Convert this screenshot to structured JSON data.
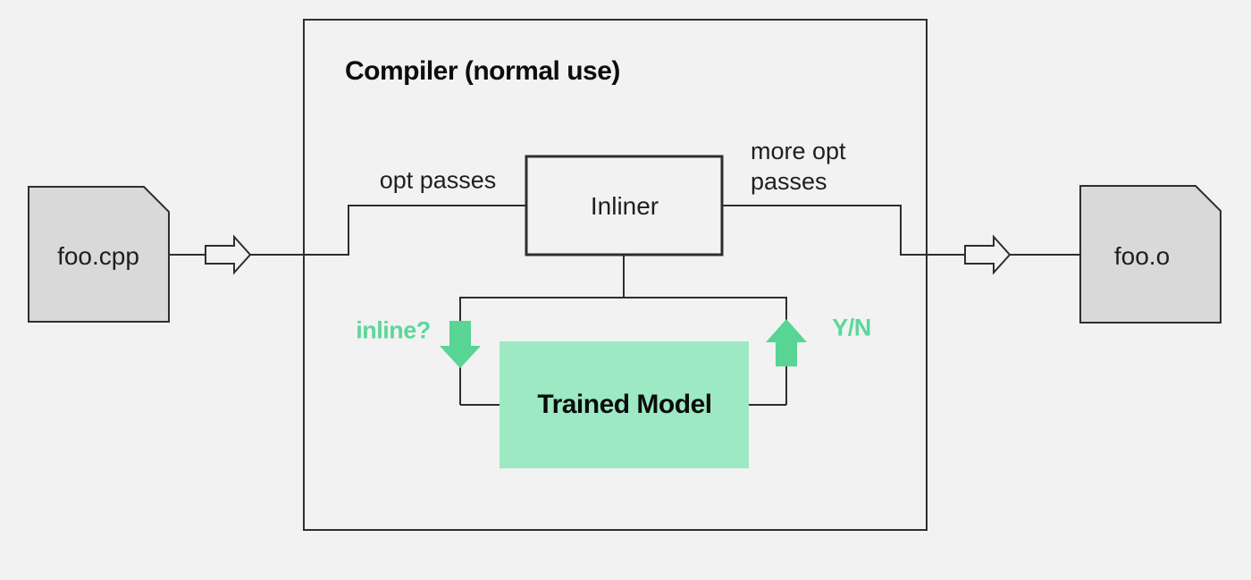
{
  "colors": {
    "background": "#f2f2f2",
    "line": "#2e2e2e",
    "document_fill": "#d9d9d9",
    "shape_fill": "#f2f2f2",
    "model_fill": "#9ce9c3",
    "accent_green": "#58d494",
    "accent_green_text": "#5cd79a",
    "label_text": "#1f1f1f",
    "title_text": "#0d0d0d"
  },
  "diagram": {
    "title": "Compiler (normal use)",
    "input_file_label": "foo.cpp",
    "output_file_label": "foo.o",
    "inliner_label": "Inliner",
    "trained_model_label": "Trained Model",
    "opt_passes_label": "opt passes",
    "more_opt_passes_label": "more opt passes",
    "inline_question_label": "inline?",
    "yes_no_label": "Y/N"
  }
}
